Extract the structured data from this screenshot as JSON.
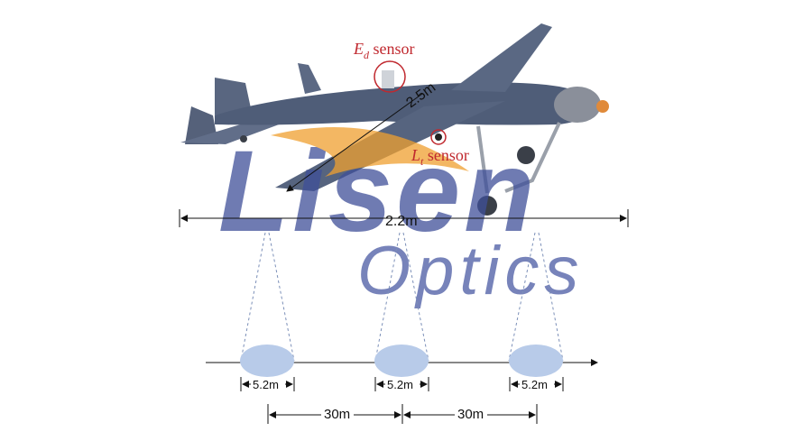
{
  "aircraft": {
    "length_label": "2.5m",
    "wingspan_label": "2.2m",
    "sensor_ed": {
      "symbol": "E",
      "subscript": "d",
      "word": " sensor"
    },
    "sensor_lt": {
      "symbol": "L",
      "subscript": "t",
      "word": " sensor"
    }
  },
  "footprints": {
    "diameter_label": "5.2m",
    "spacing_label": "30m",
    "fill_color": "#b8cbe9"
  },
  "watermark": {
    "line1": "Lisen",
    "line2": "Optics",
    "color": "#3f4f99",
    "swoosh_color": "#f0a030"
  },
  "colors": {
    "annotation_red": "#c0282e",
    "aircraft_body": "#4a5873"
  }
}
